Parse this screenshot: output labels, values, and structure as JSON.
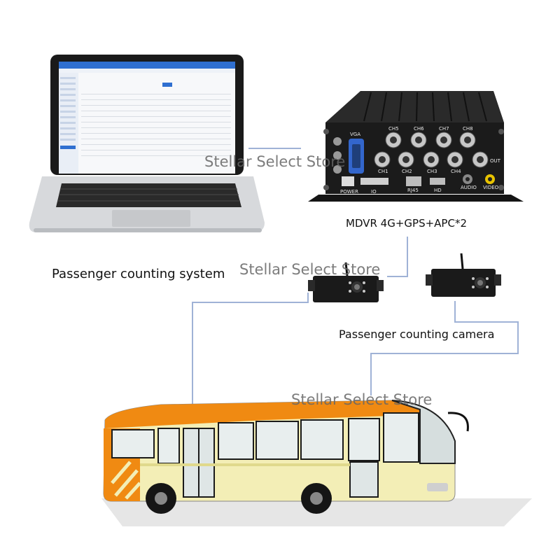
{
  "labels": {
    "dvr": "MDVR 4G+GPS+APC*2",
    "system": "Passenger counting system",
    "camera": "Passenger counting camera"
  },
  "watermark": "Stellar Select Store",
  "dvr_panel": {
    "channels_top": [
      "CH5",
      "CH6",
      "CH7",
      "CH8"
    ],
    "channels_bottom": [
      "CH1",
      "CH2",
      "CH3",
      "CH4"
    ],
    "ports": [
      "POWER",
      "IO",
      "RJ45",
      "HD",
      "AUDIO",
      "VIDEO"
    ],
    "vga": "VGA",
    "out": "OUT"
  },
  "colors": {
    "connector": "#9fb2d6",
    "bus_orange": "#f08a12",
    "bus_cream": "#f3eeb6",
    "dvr_body": "#1b1b1b",
    "screen_header": "#2f6fd0"
  }
}
